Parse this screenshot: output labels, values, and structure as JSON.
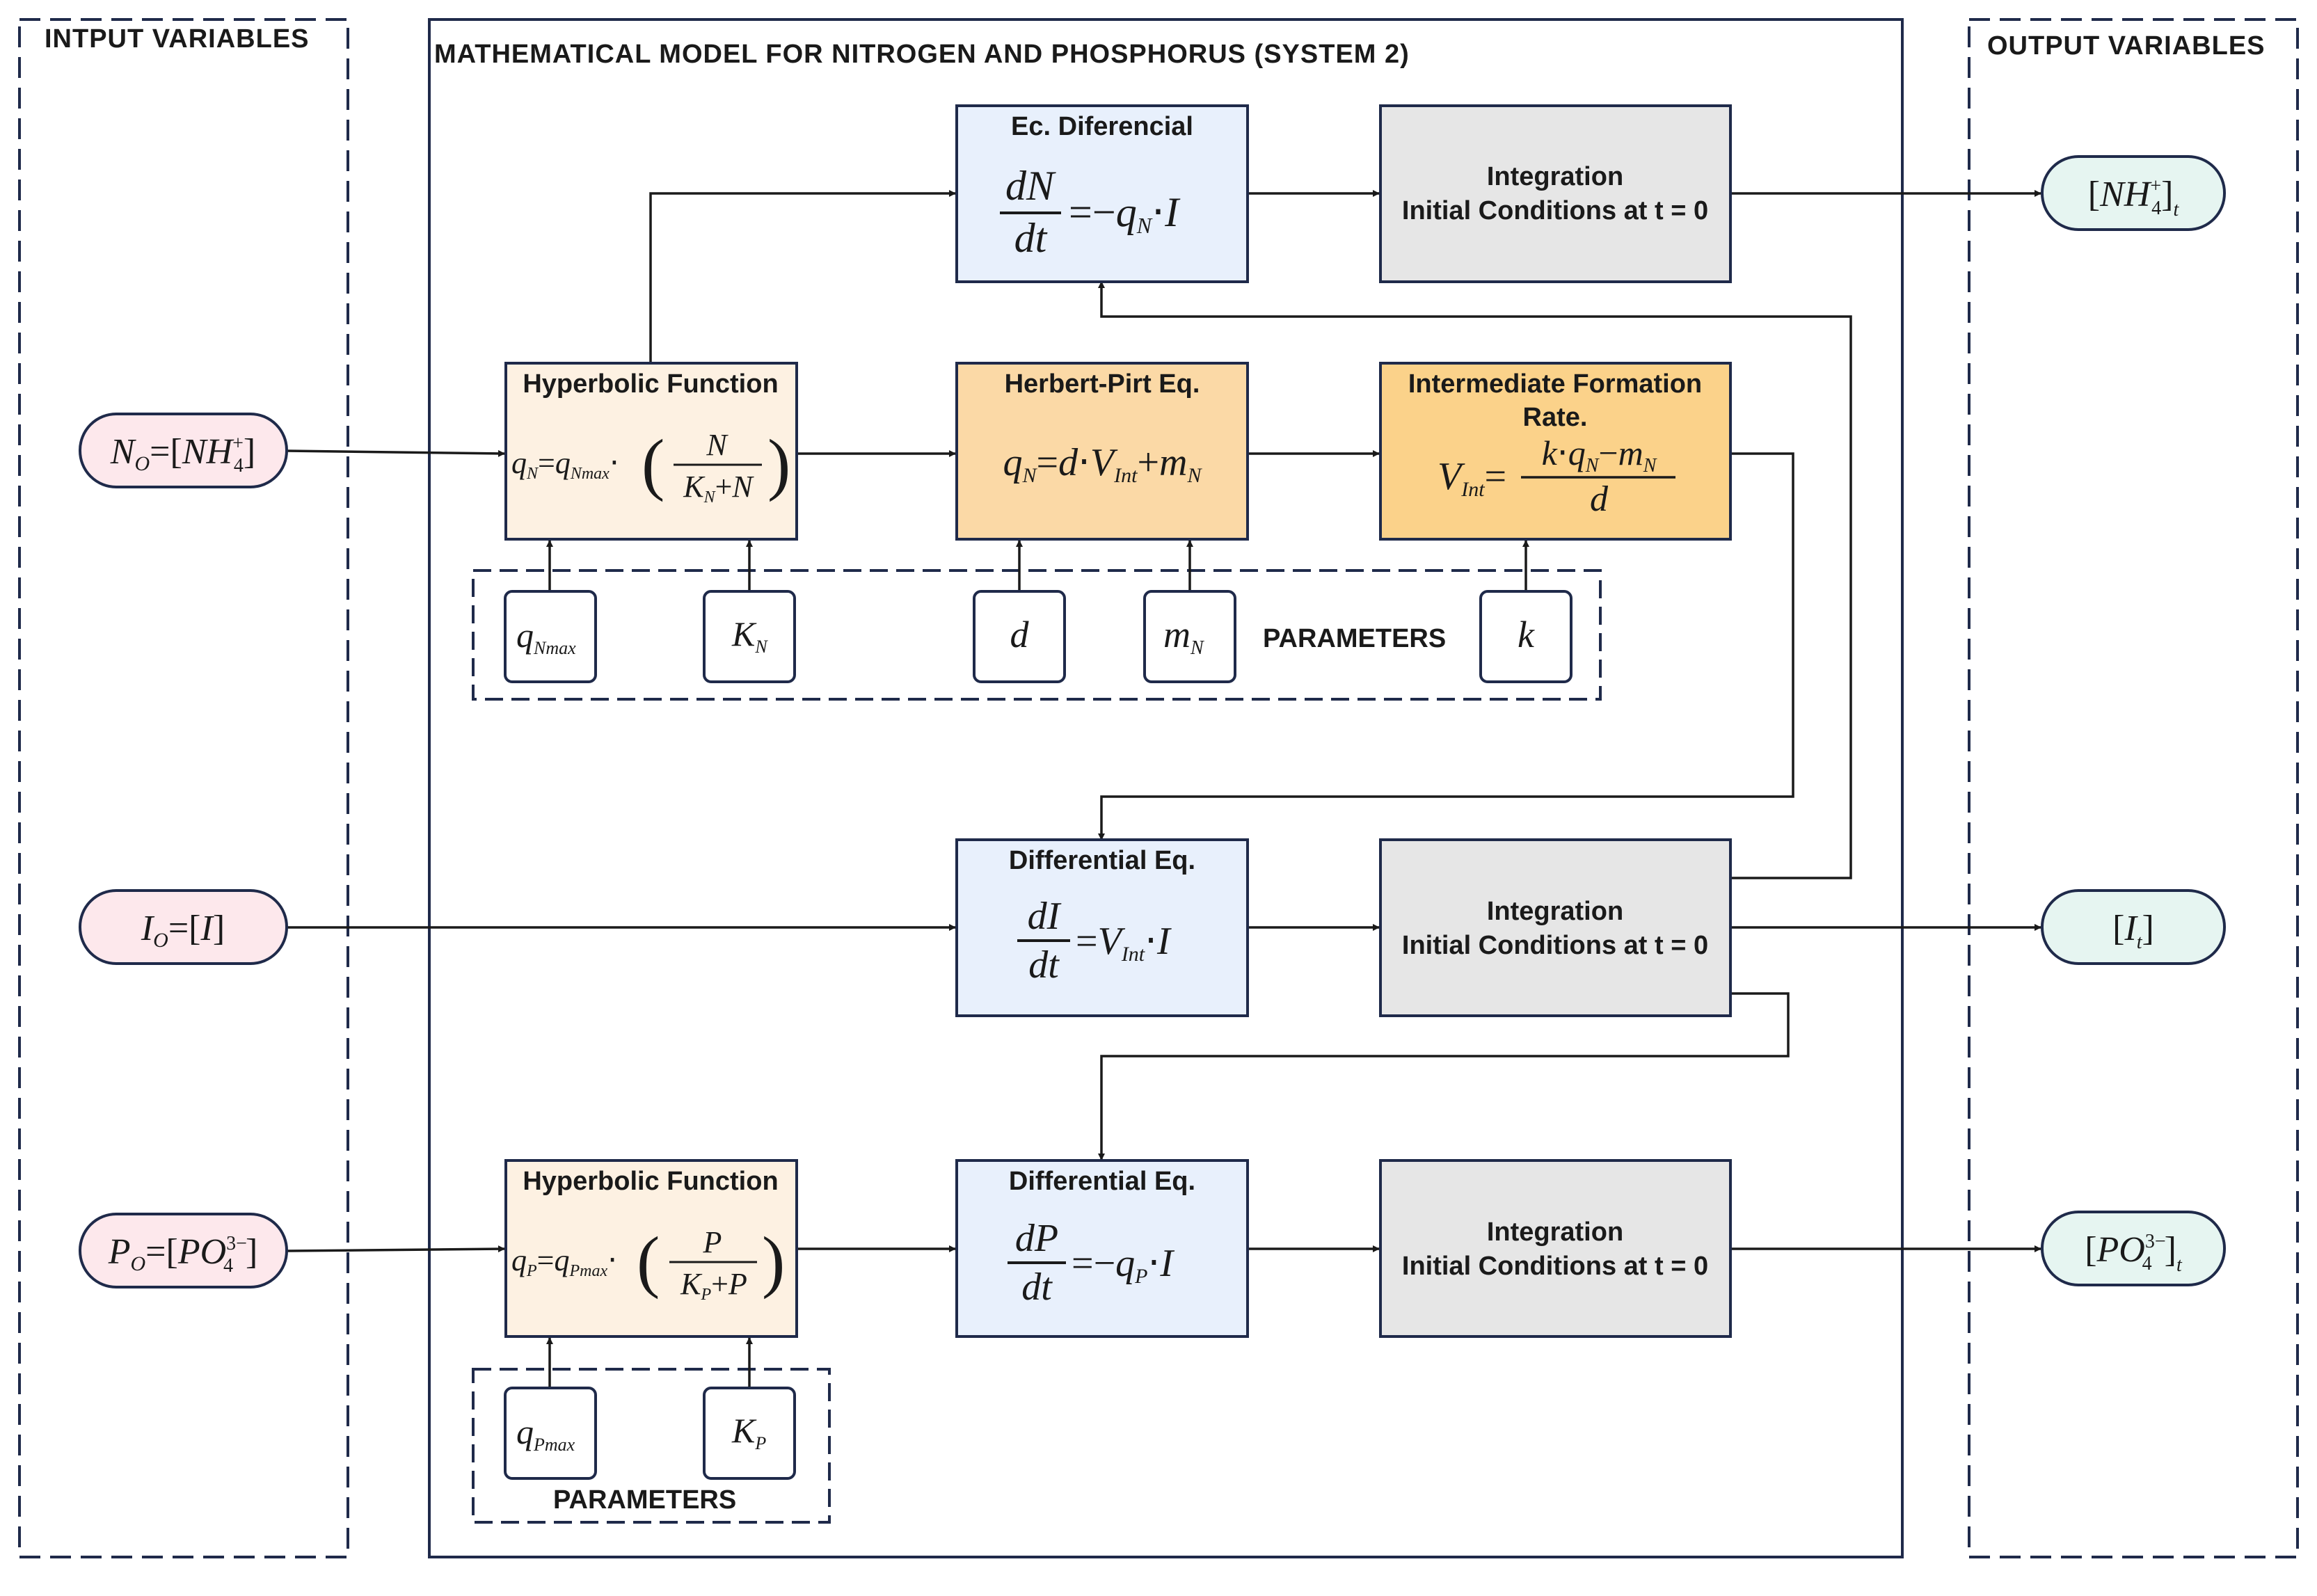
{
  "panels": {
    "input_title": "INTPUT VARIABLES",
    "model_title": "MATHEMATICAL MODEL FOR NITROGEN AND PHOSPHORUS (SYSTEM 2)",
    "output_title": "OUTPUT VARIABLES"
  },
  "blocks": {
    "ec_diferencial": {
      "title": "Ec. Diferencial"
    },
    "integration_top": {
      "line1": "Integration",
      "line2": "Initial Conditions at t = 0"
    },
    "hyperbolic_n": {
      "title": "Hyperbolic Function"
    },
    "herbert_pirt": {
      "title": "Herbert-Pirt Eq."
    },
    "intermediate_rate": {
      "line1": "Intermediate Formation",
      "line2": "Rate."
    },
    "differential_i": {
      "title": "Differential Eq."
    },
    "integration_mid": {
      "line1": "Integration",
      "line2": "Initial Conditions at t = 0"
    },
    "hyperbolic_p": {
      "title": "Hyperbolic Function"
    },
    "differential_p": {
      "title": "Differential Eq."
    },
    "integration_bot": {
      "line1": "Integration",
      "line2": "Initial Conditions at t = 0"
    }
  },
  "parameters": {
    "label_n": "PARAMETERS",
    "label_p": "PARAMETERS"
  },
  "colors": {
    "input_fill": "#fde8ec",
    "output_fill": "#e6f5f1",
    "diff_fill": "#e8f0fc",
    "hyper_fill": "#fdf1e2",
    "herbert_fill": "#fbd9a6",
    "intermediate_fill": "#fbd28a",
    "integration_fill": "#e6e6e6",
    "border": "#1f2a4a"
  }
}
